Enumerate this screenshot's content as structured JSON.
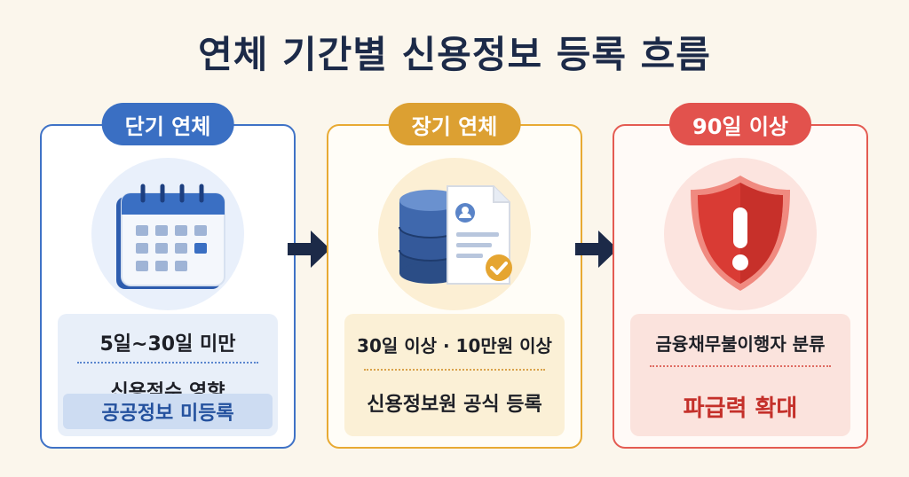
{
  "title": "연체 기간별 신용정보 등록 흐름",
  "stages": [
    {
      "label": "단기 연체",
      "icon": "calendar-icon",
      "color": "#3a6fc3",
      "line1": "5일~30일 미만",
      "line2": "신용점수 영향",
      "highlight": "공공정보 미등록"
    },
    {
      "label": "장기 연체",
      "icon": "database-document-icon",
      "color": "#dca032",
      "line1": "30일 이상 · 10만원 이상",
      "line2": "신용정보원 공식 등록"
    },
    {
      "label": "90일 이상",
      "icon": "warning-shield-icon",
      "color": "#e2524d",
      "line1": "금융채무불이행자 분류",
      "line2": "파급력 확대"
    }
  ],
  "arrow_color": "#1c2a48"
}
